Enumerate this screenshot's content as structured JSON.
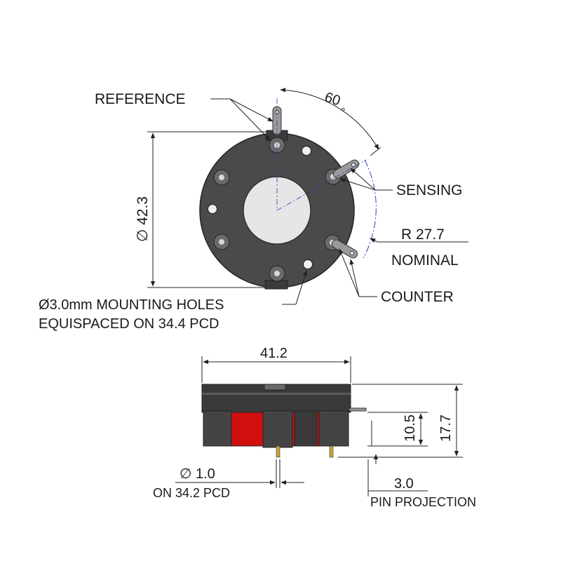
{
  "labels": {
    "reference": "REFERENCE",
    "angle": "60",
    "degree": "°",
    "sensing": "SENSING",
    "radius": "R  27.7",
    "nominal": "NOMINAL",
    "counter": "COUNTER",
    "diameter": "∅  42.3",
    "holes_line1": "Ø3.0mm MOUNTING HOLES",
    "holes_line2": "EQUISPACED ON 34.4 PCD",
    "width": "41.2",
    "height_body": "10.5",
    "height_total": "17.7",
    "pin_dia": "∅  1.0",
    "pin_pcd": "ON 34.2 PCD",
    "pin_proj_value": "3.0",
    "pin_proj_label": "PIN PROJECTION"
  },
  "colors": {
    "body": "#4a4a4a",
    "body_dark": "#2e2e2e",
    "center_hole": "#e6e6e6",
    "red_part": "#d01010",
    "pin_gold": "#c9a23a",
    "construction_blue": "#2b3fb5"
  }
}
